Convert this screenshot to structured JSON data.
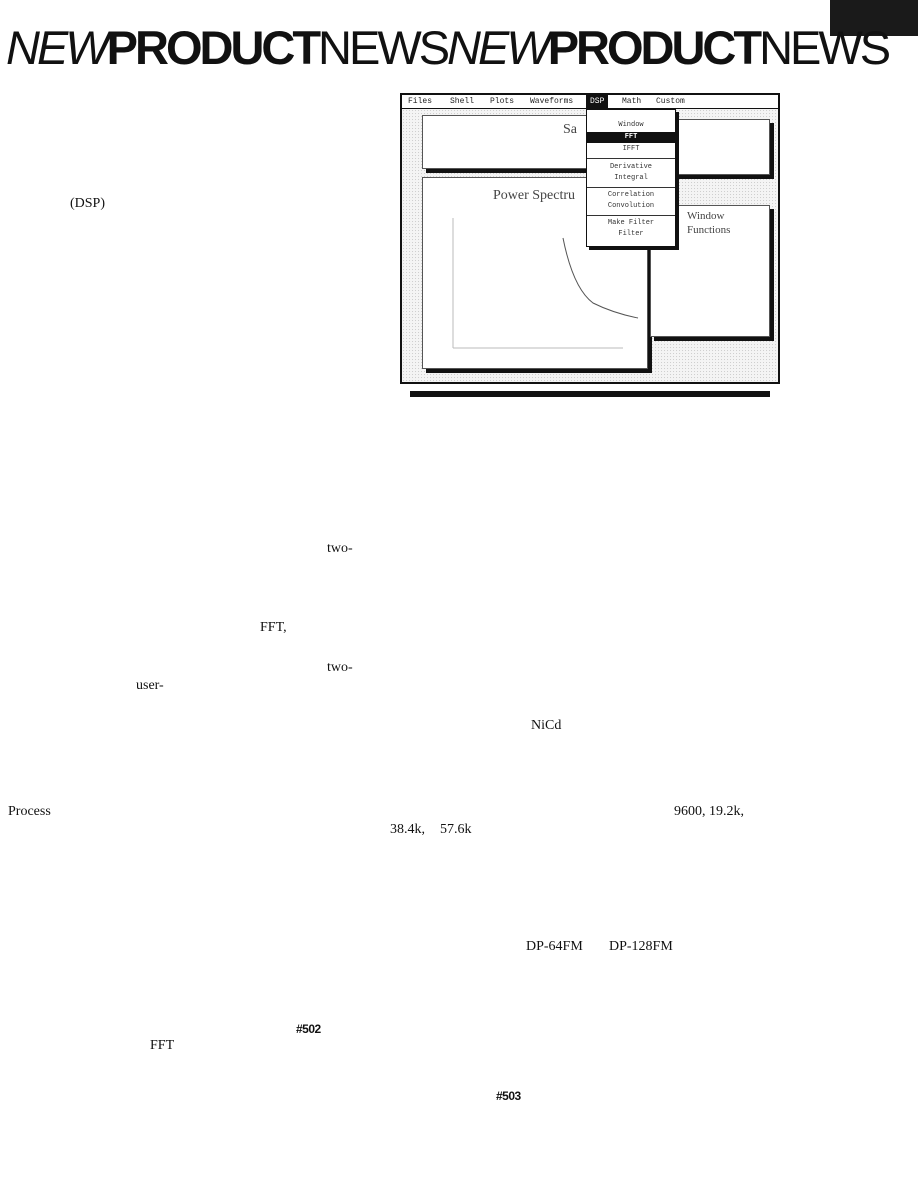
{
  "masthead": {
    "part1": "NEW",
    "part2": "PRODUCT",
    "part3": "NEWS",
    "part4": "NEW",
    "part5": "PRODUCT",
    "part6": "NEWS"
  },
  "screenshot": {
    "menu": [
      "Files",
      "Shell",
      "Plots",
      "Waveforms",
      "DSP",
      "Math",
      "Custom"
    ],
    "active_menu": "DSP",
    "dropdown_items": [
      "Window",
      "FFT",
      "IFFT",
      "Derivative",
      "Integral",
      "Correlation",
      "Convolution",
      "Make Filter",
      "Filter"
    ],
    "selected_item": "FFT",
    "window_titles": {
      "sample": "Sa",
      "spectrum": "Power Spectru",
      "functions_line1": "Window",
      "functions_line2": "Functions"
    }
  },
  "fragments": {
    "dsp": "(DSP)",
    "two1": "two-",
    "fft1": "FFT,",
    "two2": "two-",
    "user": "user-",
    "nicd": "NiCd",
    "process": "Process",
    "rates1": "9600, 19.2k,",
    "rate384": "38.4k,",
    "rate576": "57.6k",
    "dp64": "DP-64FM",
    "dp128": "DP-128FM",
    "n502": "#502",
    "fft2": "FFT",
    "n503": "#503"
  }
}
